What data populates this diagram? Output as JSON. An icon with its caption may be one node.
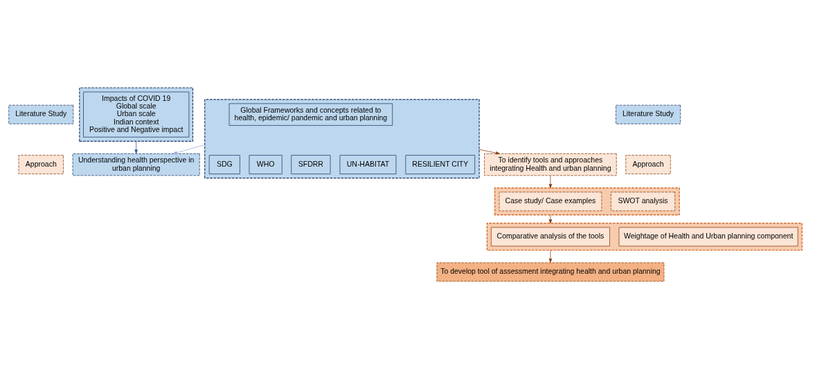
{
  "diagram": {
    "nodes": [
      {
        "text": [
          "Literature Study"
        ]
      },
      {
        "text": [],
        "shape": "box"
      },
      {
        "text": [
          "Impacts of COVID 19",
          "Global scale",
          "Urban scale",
          "Indian context",
          "Positive and Negative impact"
        ],
        "in": 1
      },
      {
        "text": [],
        "shape": "box"
      },
      {
        "text": [
          "Global Frameworks and concepts related to health, epidemic/ pandemic and urban planning"
        ],
        "in": 3
      },
      {
        "text": [
          "SDG"
        ],
        "in": 3
      },
      {
        "text": [
          "WHO"
        ],
        "in": 3
      },
      {
        "text": [
          "SFDRR"
        ],
        "in": 3
      },
      {
        "text": [
          "UN-HABITAT"
        ],
        "in": 3
      },
      {
        "text": [
          "RESILIENT CITY"
        ],
        "in": 3
      },
      {
        "text": [
          "Literature Study"
        ]
      },
      {
        "text": [
          "Understanding health perspective in urban planning"
        ]
      },
      {
        "text": [
          "To identify tools and approaches integrating Health and urban planning"
        ]
      },
      {
        "text": [
          "Approach"
        ]
      },
      {
        "text": [],
        "shape": "box"
      },
      {
        "text": [
          "Case study/ Case examples"
        ],
        "in": 14
      },
      {
        "text": [
          "SWOT analysis"
        ],
        "in": 14
      },
      {
        "text": [
          "Approach"
        ]
      },
      {
        "text": [],
        "shape": "box"
      },
      {
        "text": [
          "Comparative analysis of the tools"
        ],
        "in": 18
      },
      {
        "text": [
          "Weightage of Health and Urban planning component"
        ],
        "in": 18
      },
      {
        "text": [
          "To develop tool of assessment integrating health and urban planning"
        ]
      }
    ],
    "edges": [
      {
        "from": 1,
        "to": 11,
        "arrow": "to",
        "color": "#2f5597"
      },
      {
        "from": 3,
        "to": 11,
        "arrow": "to",
        "color": "#8faadc"
      },
      {
        "from": 3,
        "to": 12,
        "arrow": "to"
      },
      {
        "from": 12,
        "to": 14,
        "arrow": "to"
      },
      {
        "from": 14,
        "to": 18,
        "arrow": "to"
      },
      {
        "from": 18,
        "to": 21,
        "arrow": "to"
      }
    ]
  }
}
